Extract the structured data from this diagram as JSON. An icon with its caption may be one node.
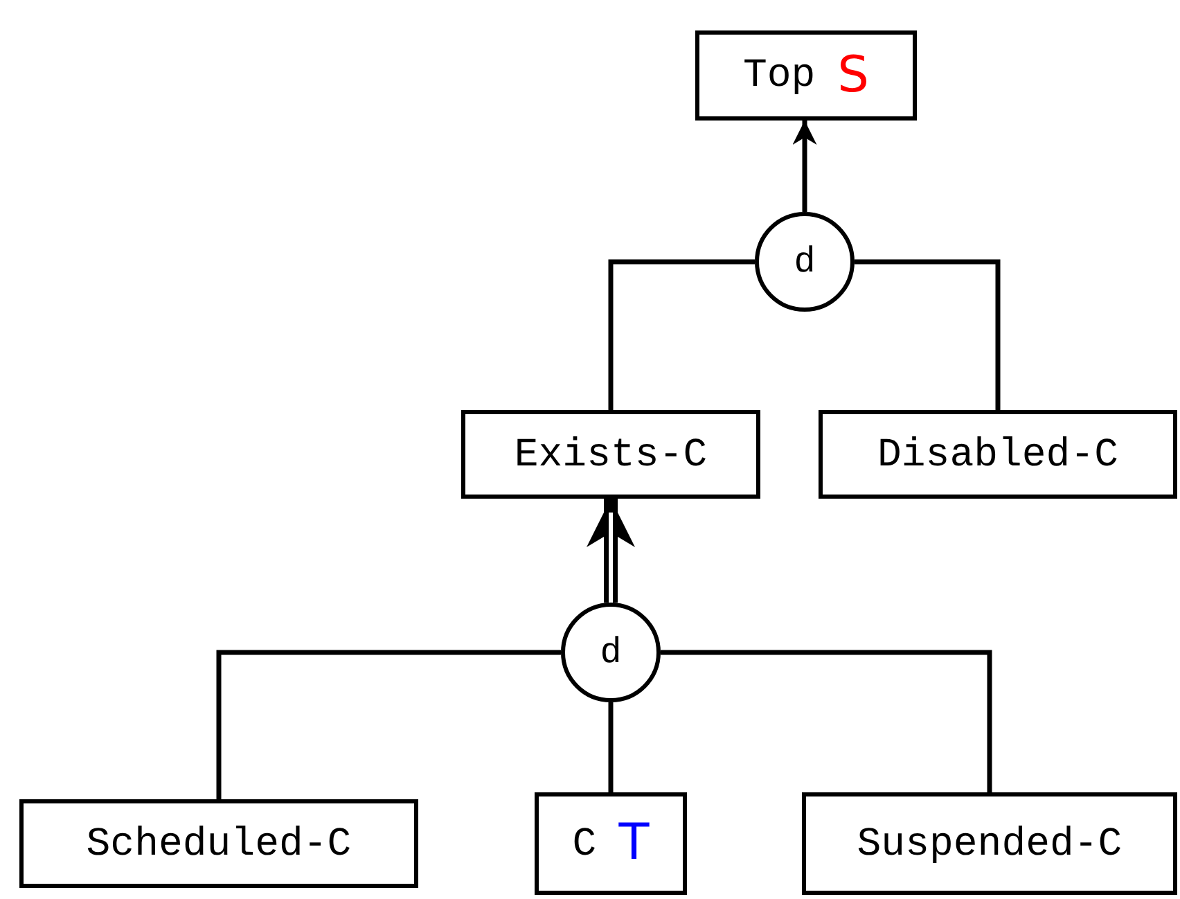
{
  "diagram": {
    "nodes": [
      {
        "text": [
          "Top",
          "S"
        ]
      },
      {
        "text": [
          "d"
        ]
      },
      {
        "text": [
          "Exists-C"
        ]
      },
      {
        "text": [
          "Disabled-C"
        ]
      },
      {
        "text": [
          "d"
        ]
      },
      {
        "text": [
          "Scheduled-C"
        ]
      },
      {
        "text": [
          "C",
          "T"
        ]
      },
      {
        "text": [
          "Suspended-C"
        ]
      }
    ],
    "edges": [
      {
        "from": 1,
        "to": 0,
        "arrow": "to"
      },
      {
        "from": 2,
        "to": 1,
        "arrow": "none"
      },
      {
        "from": 3,
        "to": 1,
        "arrow": "none"
      },
      {
        "from": 4,
        "to": 2,
        "arrow": "to",
        "style": "thick"
      },
      {
        "from": 5,
        "to": 4,
        "arrow": "none"
      },
      {
        "from": 6,
        "to": 4,
        "arrow": "none"
      },
      {
        "from": 7,
        "to": 4,
        "arrow": "none"
      }
    ]
  }
}
